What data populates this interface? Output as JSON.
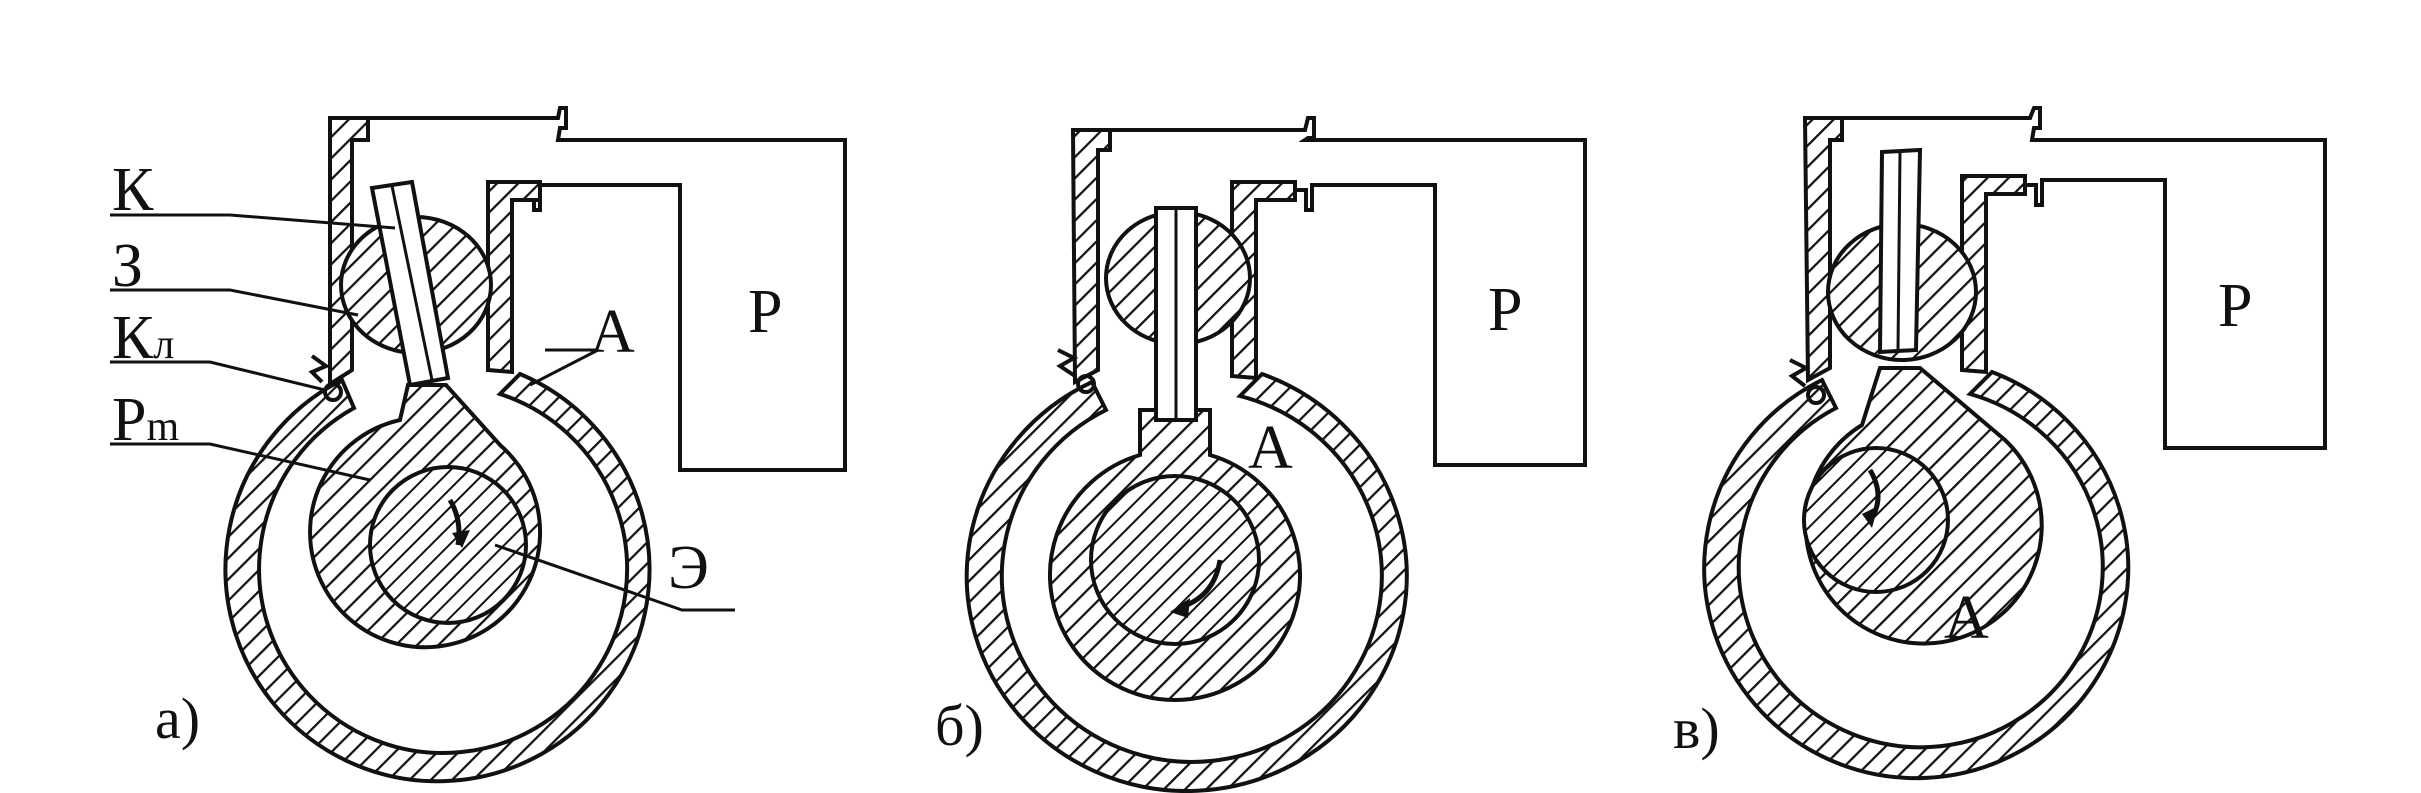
{
  "labels": {
    "k": "К",
    "z": "З",
    "kl_main": "К",
    "kl_sub": "л",
    "pm_main": "Р",
    "pm_sub": "m",
    "a": "А",
    "e": "Э",
    "r": "Р"
  },
  "panels": [
    {
      "caption": "а)"
    },
    {
      "caption": "б)"
    },
    {
      "caption": "в)"
    }
  ]
}
